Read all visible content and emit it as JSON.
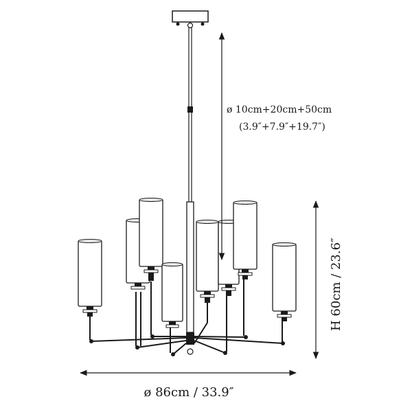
{
  "diagram": {
    "drop_label_line1": "ø 10cm+20cm+50cm",
    "drop_label_line2": "(3.9″+7.9″+19.7″)",
    "height_label": "H 60cm / 23.6″",
    "width_label": "ø 86cm / 33.9″",
    "colors": {
      "ink": "#1a1a1a",
      "background": "#ffffff"
    }
  }
}
